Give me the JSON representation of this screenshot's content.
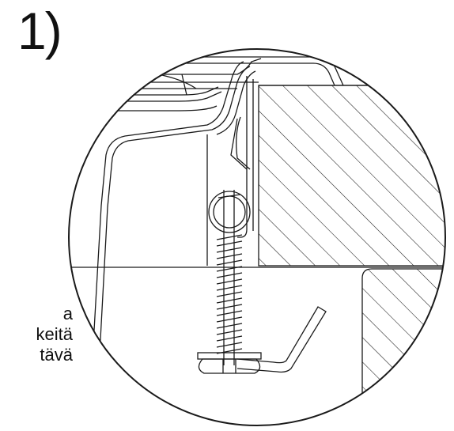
{
  "figure": {
    "step_label": "1)",
    "side_text_lines": [
      "a",
      "keitä",
      "tävä"
    ],
    "colors": {
      "line": "#1a1a1a",
      "background": "#ffffff"
    }
  }
}
